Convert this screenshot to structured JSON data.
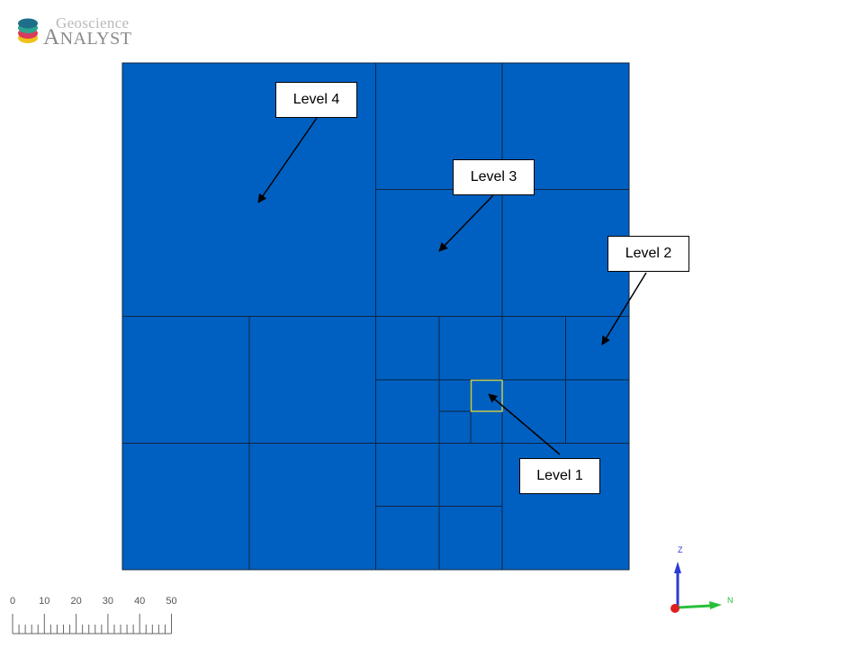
{
  "logo": {
    "brand_top": "Geoscience",
    "brand_first_letter": "A",
    "brand_rest": "NALYST"
  },
  "mesh": {
    "fill_color": "#0060C1",
    "line_color": "#0d2440",
    "highlight_color": "#C8C84A"
  },
  "callouts": {
    "level4": "Level 4",
    "level3": "Level 3",
    "level2": "Level 2",
    "level1": "Level 1"
  },
  "scale_bar": {
    "labels": [
      "0",
      "10",
      "20",
      "30",
      "40",
      "50"
    ]
  },
  "axes": {
    "z_label": "Z",
    "n_label": "N",
    "z_color": "#2a3bd6",
    "n_color": "#27c03a",
    "origin_color": "#e02020"
  }
}
